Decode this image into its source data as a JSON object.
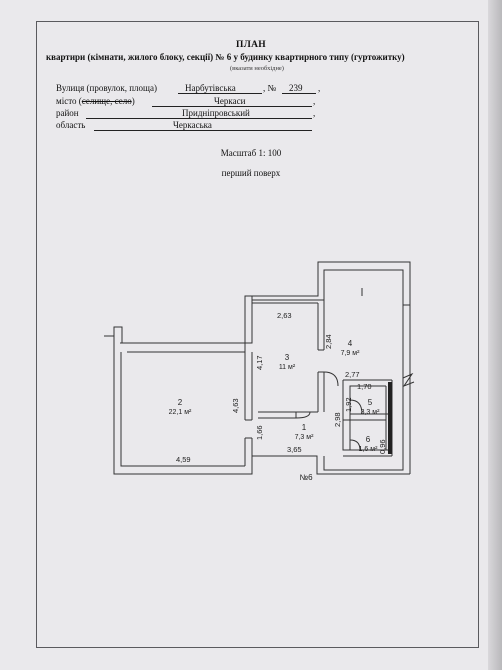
{
  "header": {
    "title": "ПЛАН",
    "subtitle_prefix": "квартири (кімнати, жилого блоку, секції) №",
    "apartment_number": "6",
    "subtitle_suffix": "у будинку квартирного типу (гуртожитку)",
    "hint": "(вказати необхідне)"
  },
  "address": {
    "street_label": "Вулиця (провулок, площа)",
    "street_value": "Нарбутівська",
    "number_label": ", №",
    "number_value": "239",
    "city_label_plain": "місто (",
    "city_label_struck": "селище, село",
    "city_label_end": ")",
    "city_value": "Черкаси",
    "district_label": "район",
    "district_value": "Придніпровський",
    "region_label": "область",
    "region_value": "Черкаська"
  },
  "scale": "Масштаб 1: 100",
  "floor": "перший поверх",
  "plan": {
    "apartment_label": "№6",
    "rooms": [
      {
        "number": "1",
        "area": "7,3 м²"
      },
      {
        "number": "2",
        "area": "22,1 м²"
      },
      {
        "number": "3",
        "area": "11 м²"
      },
      {
        "number": "4",
        "area": "7,9 м²"
      },
      {
        "number": "5",
        "area": "3,3 м²"
      },
      {
        "number": "6",
        "area": "1,6 м²"
      }
    ],
    "dimensions": {
      "d263": "2,63",
      "d284": "2,84",
      "d417": "4,17",
      "d463": "4,63",
      "d277": "2,77",
      "d170": "1,70",
      "d192": "1,92",
      "d298": "2,98",
      "d166": "1,66",
      "d459": "4,59",
      "d365": "3,65",
      "d096": "0,96"
    }
  }
}
